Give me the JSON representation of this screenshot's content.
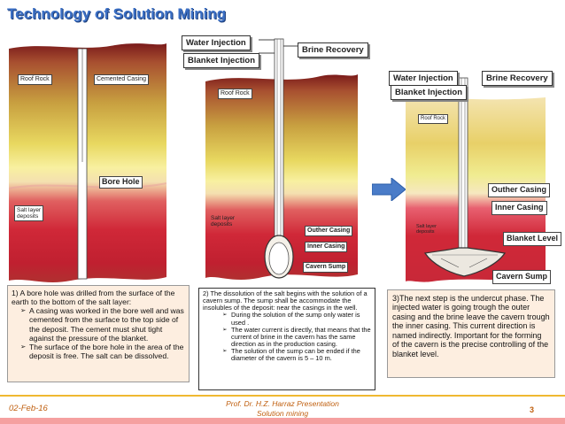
{
  "title": "Technology of Solution Mining",
  "colors": {
    "title": "#3b6fc4",
    "rock_top": "#c0a040",
    "salt_layer": "#d8303c",
    "text_bg": "#fdeee0",
    "arrow": "#4a7cc8",
    "footer_accent": "#c06010",
    "footer_stripe": "#f5a0a0"
  },
  "panel1": {
    "roof_rock": "Roof Rock",
    "cemented_casing": "Cemented Casing",
    "bore_hole": "Bore Hole",
    "salt_layer": "Salt layer\ndeposits"
  },
  "panel2": {
    "water_injection": "Water Injection",
    "blanket_injection": "Blanket Injection",
    "brine_recovery": "Brine Recovery",
    "roof_rock": "Roof Rock",
    "salt_layer": "Salt layer\ndeposits",
    "outer_casing": "Outher Casing",
    "inner_casing": "Inner Casing",
    "cavern_sump": "Cavern Sump"
  },
  "panel3": {
    "water_injection": "Water Injection",
    "blanket_injection": "Blanket Injection",
    "brine_recovery": "Brine Recovery",
    "roof_rock": "Roof Rock",
    "salt_layer": "Salt layer\ndeposits",
    "outer_casing": "Outher Casing",
    "inner_casing": "Inner Casing",
    "blanket_level": "Blanket Level",
    "cavern_sump": "Cavern Sump"
  },
  "text1": {
    "intro": "1) A bore hole was drilled from the surface of the earth to the bottom of the salt layer:",
    "bullets": [
      "A casing was worked in the bore well and was cemented from the surface to the top side of the deposit. The cement must shut tight against the pressure of the blanket.",
      "The surface of the bore hole in the area of the deposit is free. The salt can be dissolved."
    ]
  },
  "text2": {
    "intro": "2) The dissolution of the salt begins with the solution of a cavern sump. The sump shall be accommodate the insolubles of the deposit: near the casings in the well.",
    "bullets": [
      "During the solution of the sump only water is used .",
      "The water current is directly, that means that the current of brine in the cavern has the same direction as in the production casing.",
      "The solution of the sump can be ended if the diameter of the cavern is 5 – 10 m."
    ]
  },
  "text3": {
    "body": "3)The next step is the undercut phase. The injected water is going trough the outer casing and the brine leave the cavern trough the inner casing. This current direction is named indirectly. Important for the forming of the cavern is the precise controlling of the blanket level."
  },
  "footer": {
    "date": "02-Feb-16",
    "line1": "Prof. Dr. H.Z. Harraz Presentation",
    "line2": "Solution mining",
    "page": "3"
  }
}
